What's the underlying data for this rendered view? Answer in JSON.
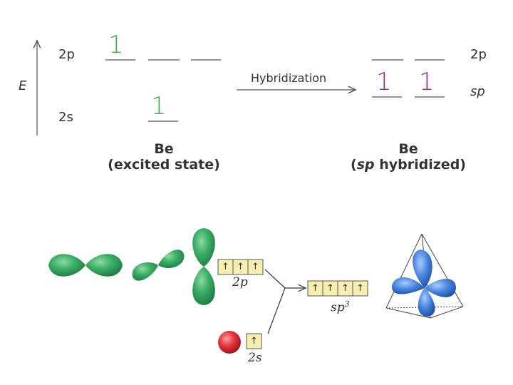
{
  "top_diagram": {
    "energy_label": "E",
    "left_levels": {
      "p": "2p",
      "s": "2s"
    },
    "right_levels": {
      "p": "2p",
      "sp": "sp"
    },
    "electron_symbol": "1",
    "arrow_label": "Hybridization",
    "left_caption": {
      "line1": "Be",
      "line2": "(excited state)"
    },
    "right_caption": {
      "line1": "Be",
      "line2_pre": "(",
      "line2_em": "sp",
      "line2_post": " hybridized)"
    },
    "colors": {
      "left_electron": "#3fae49",
      "right_electron": "#8b2f8f",
      "text": "#333333"
    }
  },
  "bottom_diagram": {
    "label_2p": "2p",
    "label_2s": "2s",
    "label_sp3": "sp",
    "label_sp3_sup": "3",
    "box_arrow": "↑",
    "colors": {
      "p_orbital": "#2e9a55",
      "s_orbital": "#d8292f",
      "sp3_orbital": "#3a78d6",
      "box_fill": "#f6f0b0"
    }
  }
}
